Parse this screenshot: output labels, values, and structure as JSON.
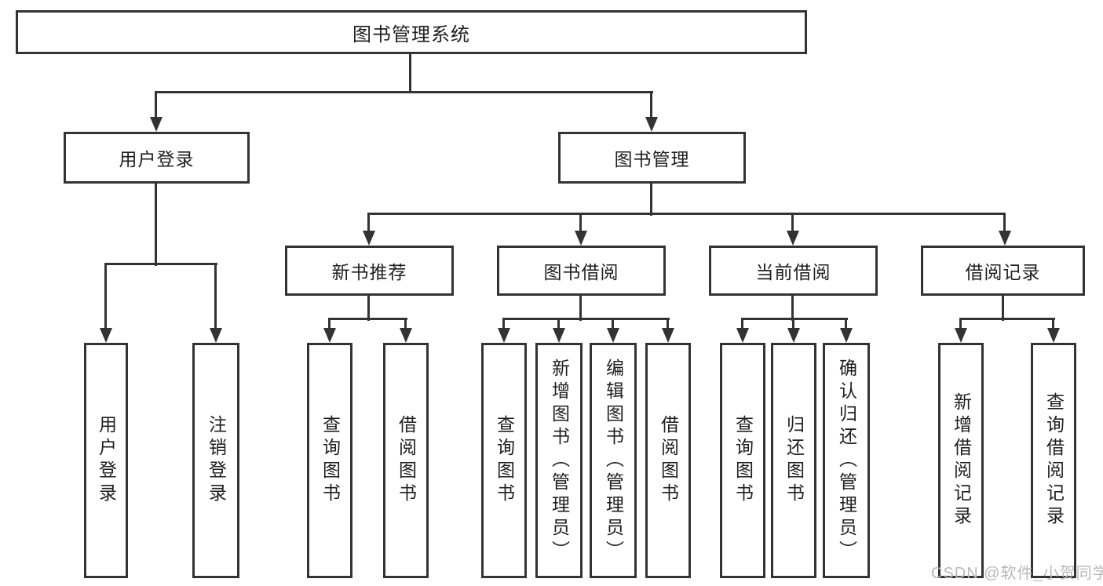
{
  "tree": {
    "label": "图书管理系统",
    "children": [
      {
        "label": "用户登录",
        "children": [
          {
            "label": "用户登录"
          },
          {
            "label": "注销登录"
          }
        ]
      },
      {
        "label": "图书管理",
        "children": [
          {
            "label": "新书推荐",
            "children": [
              {
                "label": "查询图书"
              },
              {
                "label": "借阅图书"
              }
            ]
          },
          {
            "label": "图书借阅",
            "children": [
              {
                "label": "查询图书"
              },
              {
                "label": "新增图书（管理员）"
              },
              {
                "label": "编辑图书（管理员）"
              },
              {
                "label": "借阅图书"
              }
            ]
          },
          {
            "label": "当前借阅",
            "children": [
              {
                "label": "查询图书"
              },
              {
                "label": "归还图书"
              },
              {
                "label": "确认归还（管理员）"
              }
            ]
          },
          {
            "label": "借阅记录",
            "children": [
              {
                "label": "新增借阅记录"
              },
              {
                "label": "查询借阅记录"
              }
            ]
          }
        ]
      }
    ]
  },
  "watermark": {
    "text": "CSDN @软件_小贺同学"
  },
  "style": {
    "line_color": "#333333",
    "box_background": "#ffffff",
    "text_color": "#1f1f1f",
    "watermark_color": "#b9b9b9"
  }
}
